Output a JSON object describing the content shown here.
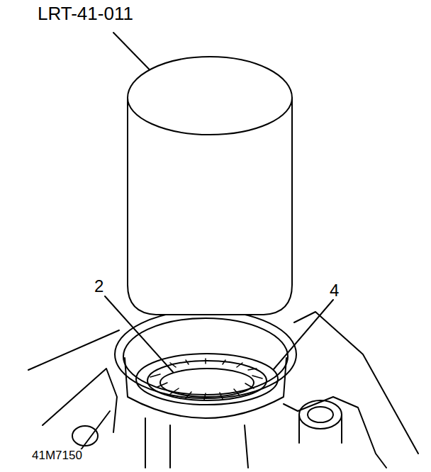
{
  "diagram": {
    "labels": [
      "LRT-41-011",
      "2",
      "4",
      "41M7150"
    ]
  }
}
